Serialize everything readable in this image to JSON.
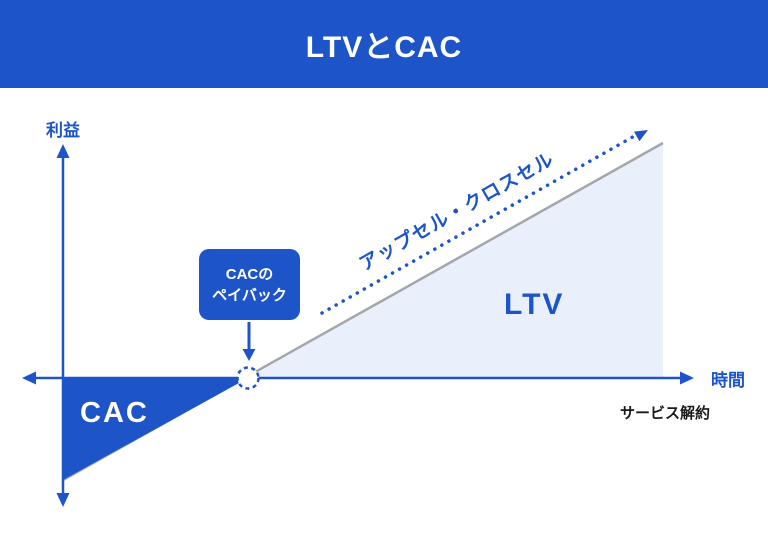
{
  "colors": {
    "primary_blue": "#1d55c8",
    "light_blue_fill": "#e9f0fb",
    "gray_line": "#a3a6ab",
    "dark_text": "#1a1a1a",
    "white": "#ffffff"
  },
  "header": {
    "title": "LTVとCAC"
  },
  "diagram": {
    "y_axis_label": "利益",
    "x_axis_label": "時間",
    "cac_area_label": "CAC",
    "ltv_area_label": "LTV",
    "upsell_arrow_label": "アップセル・クロスセル",
    "payback_callout": {
      "line1": "CACの",
      "line2": "ペイバック"
    },
    "churn_label": "サービス解約"
  }
}
